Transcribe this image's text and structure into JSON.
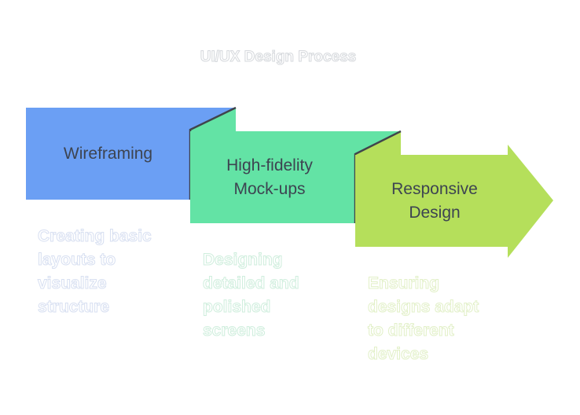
{
  "title": "UI/UX Design Process",
  "colors": {
    "stage1": "#6b9ff4",
    "stage2": "#63e3a5",
    "stage3": "#b5df5b",
    "fold": "#40444c",
    "label_text": "#3d4451"
  },
  "stages": [
    {
      "label_lines": [
        "Wireframing"
      ],
      "description_lines": [
        "Creating basic",
        "layouts to",
        "visualize",
        "structure"
      ]
    },
    {
      "label_lines": [
        "High-fidelity",
        "Mock-ups"
      ],
      "description_lines": [
        "Designing",
        "detailed and",
        "polished",
        "screens"
      ]
    },
    {
      "label_lines": [
        "Responsive",
        "Design"
      ],
      "description_lines": [
        "Ensuring",
        "designs adapt",
        "to different",
        "devices"
      ]
    }
  ]
}
